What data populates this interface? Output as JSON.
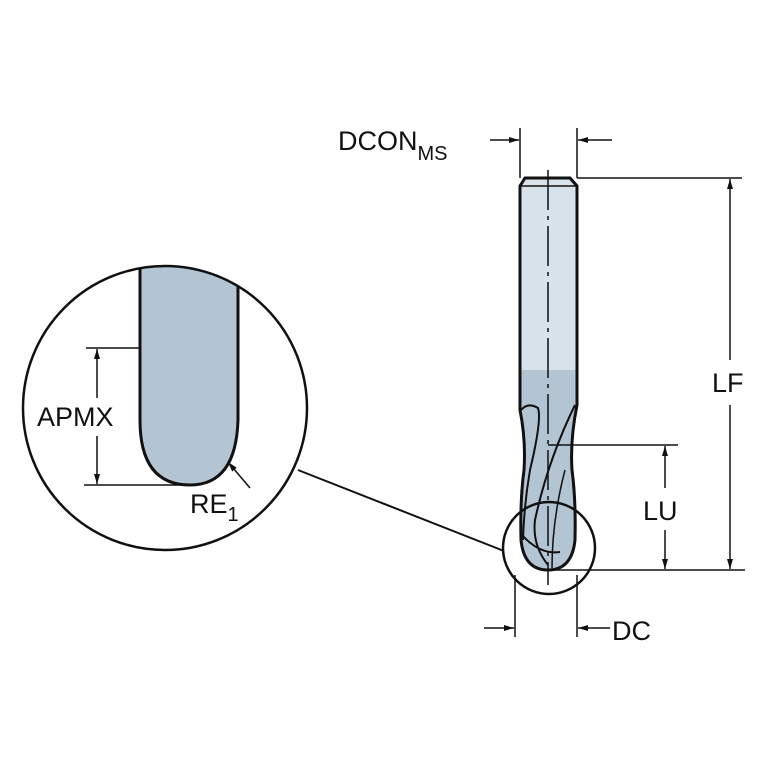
{
  "labels": {
    "dcon": "DCON",
    "dcon_sub": "MS",
    "lf": "LF",
    "lu": "LU",
    "dc": "DC",
    "apmx": "APMX",
    "re": "RE",
    "re_sub": "1"
  },
  "colors": {
    "shank_light": "#d7e2ea",
    "tool_fill": "#b3c5d3",
    "line": "#111111"
  }
}
